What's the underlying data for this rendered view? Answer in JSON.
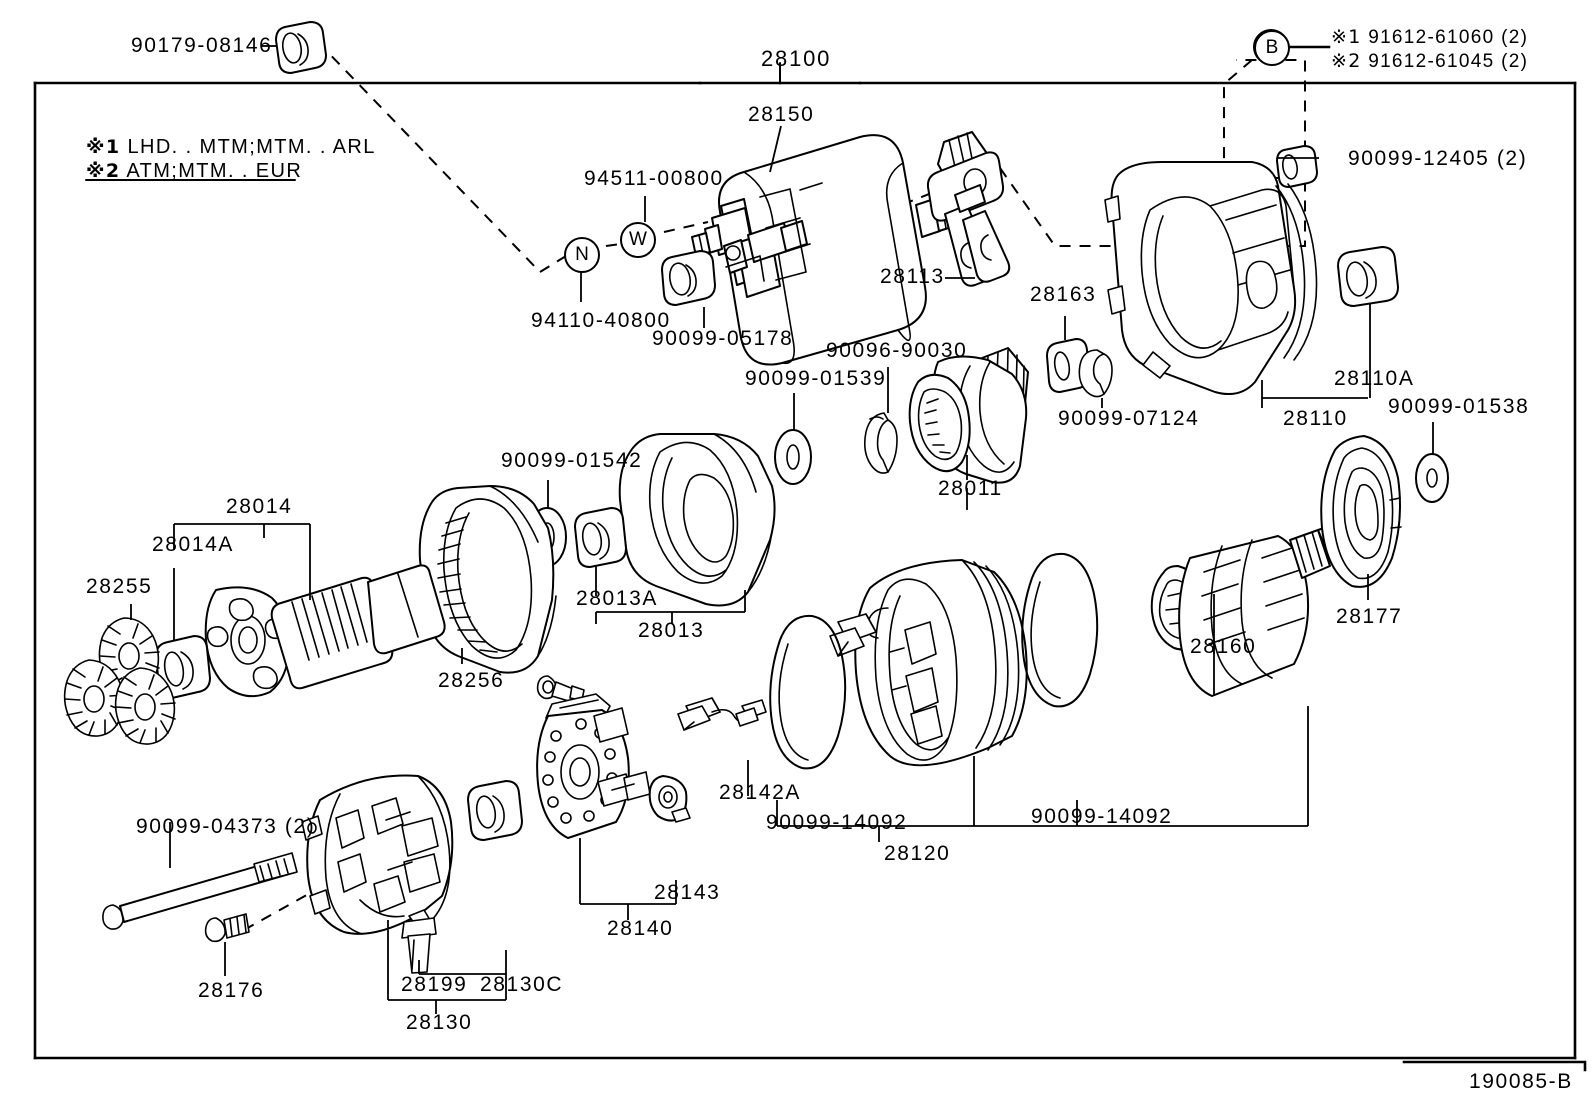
{
  "diagram": {
    "title": "28100",
    "footer_code": "190085-B",
    "notes": [
      {
        "mark": "※1",
        "text": "LHD. . MTM;MTM. . ARL"
      },
      {
        "mark": "※2",
        "text": "ATM;MTM. . EUR"
      }
    ],
    "legend": {
      "circle_label": "B",
      "rows": [
        {
          "mark": "※1",
          "part": "91612-61060 (2)"
        },
        {
          "mark": "※2",
          "part": "91612-61045 (2)"
        }
      ]
    },
    "circle_markers": [
      {
        "id": "marker-n",
        "label": "N"
      },
      {
        "id": "marker-w",
        "label": "W"
      }
    ],
    "callouts": [
      {
        "id": "c-90179-08146",
        "text": "90179-08146"
      },
      {
        "id": "c-28100",
        "text": "28100"
      },
      {
        "id": "c-28150",
        "text": "28150"
      },
      {
        "id": "c-94511-00800",
        "text": "94511-00800"
      },
      {
        "id": "c-94110-40800",
        "text": "94110-40800"
      },
      {
        "id": "c-90099-05178",
        "text": "90099-05178"
      },
      {
        "id": "c-28113",
        "text": "28113"
      },
      {
        "id": "c-28163",
        "text": "28163"
      },
      {
        "id": "c-90099-07124",
        "text": "90099-07124"
      },
      {
        "id": "c-90099-12405",
        "text": "90099-12405 (2)"
      },
      {
        "id": "c-28110",
        "text": "28110"
      },
      {
        "id": "c-28110A",
        "text": "28110A"
      },
      {
        "id": "c-90099-01538",
        "text": "90099-01538"
      },
      {
        "id": "c-90096-90030",
        "text": "90096-90030"
      },
      {
        "id": "c-90099-01539",
        "text": "90099-01539"
      },
      {
        "id": "c-28011",
        "text": "28011"
      },
      {
        "id": "c-90099-01542",
        "text": "90099-01542"
      },
      {
        "id": "c-28013A",
        "text": "28013A"
      },
      {
        "id": "c-28013",
        "text": "28013"
      },
      {
        "id": "c-28014",
        "text": "28014"
      },
      {
        "id": "c-28014A",
        "text": "28014A"
      },
      {
        "id": "c-28255",
        "text": "28255"
      },
      {
        "id": "c-28256",
        "text": "28256"
      },
      {
        "id": "c-28177",
        "text": "28177"
      },
      {
        "id": "c-28160",
        "text": "28160"
      },
      {
        "id": "c-28142A",
        "text": "28142A"
      },
      {
        "id": "c-90099-14092-l",
        "text": "90099-14092"
      },
      {
        "id": "c-90099-14092-r",
        "text": "90099-14092"
      },
      {
        "id": "c-28120",
        "text": "28120"
      },
      {
        "id": "c-28143",
        "text": "28143"
      },
      {
        "id": "c-28140",
        "text": "28140"
      },
      {
        "id": "c-90099-04373",
        "text": "90099-04373 (2)"
      },
      {
        "id": "c-28176",
        "text": "28176"
      },
      {
        "id": "c-28199",
        "text": "28199"
      },
      {
        "id": "c-28130C",
        "text": "28130C"
      },
      {
        "id": "c-28130",
        "text": "28130"
      }
    ]
  }
}
